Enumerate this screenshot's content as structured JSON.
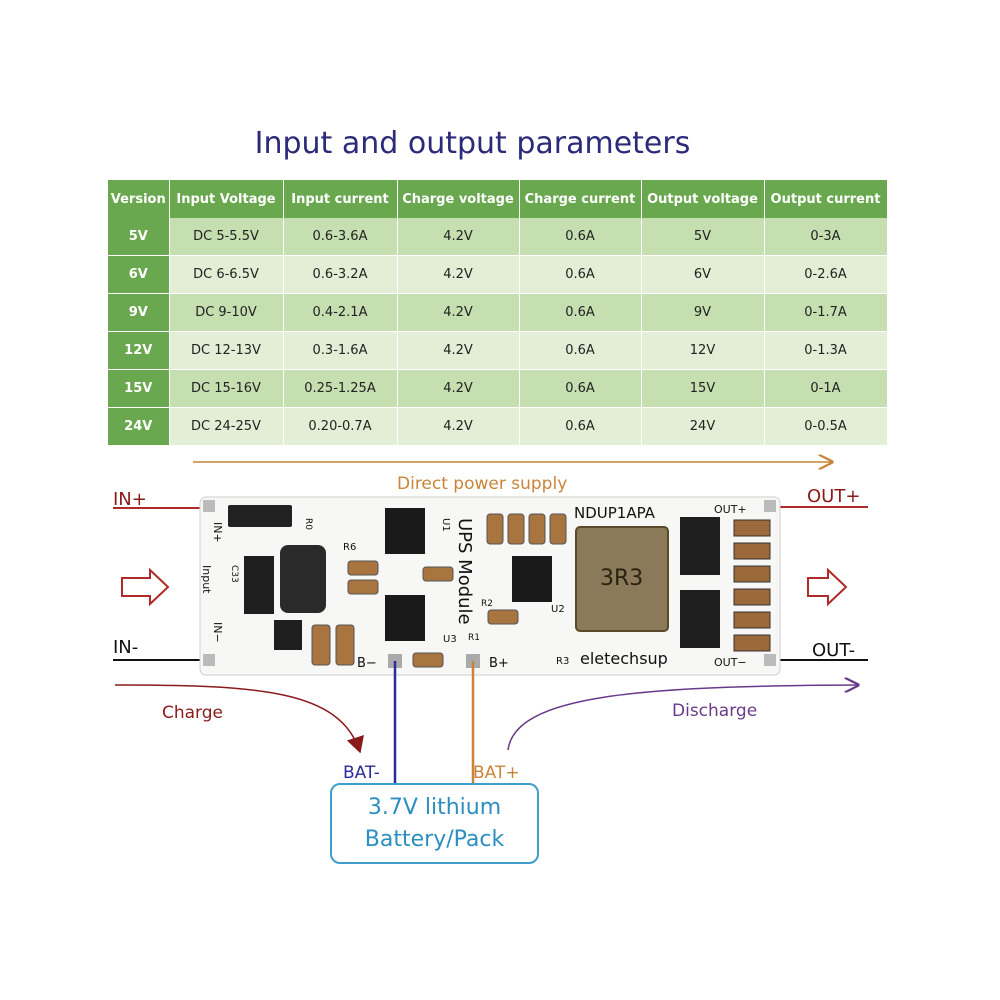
{
  "title": "Input and output parameters",
  "table": {
    "headers": [
      "Version",
      "Input Voltage",
      "Input current",
      "Charge voltage",
      "Charge current",
      "Output voltage",
      "Output current"
    ],
    "rows": [
      [
        "5V",
        "DC 5-5.5V",
        "0.6-3.6A",
        "4.2V",
        "0.6A",
        "5V",
        "0-3A"
      ],
      [
        "6V",
        "DC 6-6.5V",
        "0.6-3.2A",
        "4.2V",
        "0.6A",
        "6V",
        "0-2.6A"
      ],
      [
        "9V",
        "DC 9-10V",
        "0.4-2.1A",
        "4.2V",
        "0.6A",
        "9V",
        "0-1.7A"
      ],
      [
        "12V",
        "DC 12-13V",
        "0.3-1.6A",
        "4.2V",
        "0.6A",
        "12V",
        "0-1.3A"
      ],
      [
        "15V",
        "DC 15-16V",
        "0.25-1.25A",
        "4.2V",
        "0.6A",
        "15V",
        "0-1A"
      ],
      [
        "24V",
        "DC 24-25V",
        "0.20-0.7A",
        "4.2V",
        "0.6A",
        "24V",
        "0-0.5A"
      ]
    ]
  },
  "diagram": {
    "direct_power": "Direct power supply",
    "in_plus": "IN+",
    "in_minus": "IN-",
    "out_plus": "OUT+",
    "out_minus": "OUT-",
    "charge": "Charge",
    "discharge": "Discharge",
    "bat_minus": "BAT-",
    "bat_plus": "BAT+",
    "battery_line1": "3.7V lithium",
    "battery_line2": "Battery/Pack"
  },
  "board": {
    "model": "NDUP1APA",
    "brand": "eletechsup",
    "module_name": "UPS Module",
    "silk_in_plus": "IN+",
    "silk_input": "Input",
    "silk_in_minus": "IN−",
    "silk_out_plus": "OUT+",
    "silk_out_minus": "OUT−",
    "silk_b_minus": "B−",
    "silk_b_plus": "B+",
    "silk_u1": "U1",
    "silk_u2": "U2",
    "silk_u3": "U3",
    "silk_r0": "R0",
    "silk_r1": "R1",
    "silk_r2": "R2",
    "silk_r3": "R3",
    "silk_r6": "R6",
    "silk_c33": "C33",
    "inductor_marking": "3R3"
  },
  "colors": {
    "header_green": "#6aa84f",
    "row_light": "#e2efd6",
    "row_mid": "#c5dfb0",
    "title_blue": "#2b2b7a",
    "dark_red": "#8b1a1a",
    "orange": "#c9843a",
    "purple": "#6a3a8a",
    "battery_blue": "#3f9fcc"
  }
}
